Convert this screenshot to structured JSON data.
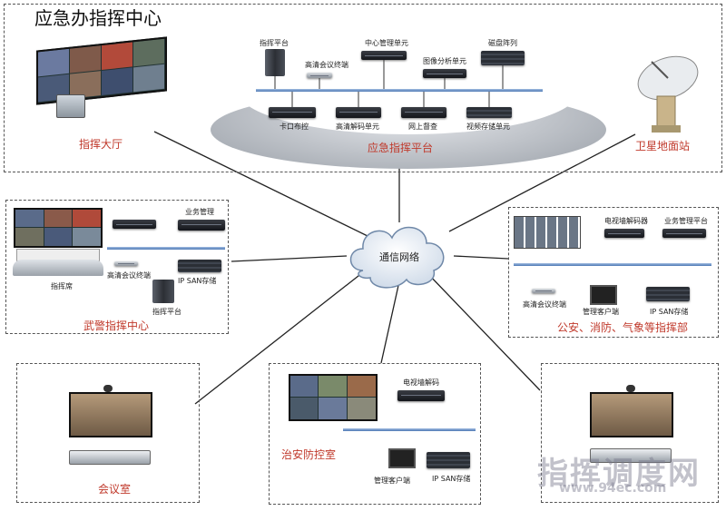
{
  "command_center": {
    "title": "应急办指挥中心",
    "hall_label": "指挥大厅",
    "platform_label": "应急指挥平台",
    "satellite_label": "卫星地面站",
    "devices": {
      "command_platform": "指挥平台",
      "center_management": "中心管理单元",
      "disk_array": "磁盘阵列",
      "hd_conference_terminal": "高清会议终端",
      "image_analysis": "图像分析单元",
      "checkpoint": "卡口布控",
      "hd_decoder": "高清解码单元",
      "online_inspection": "网上督查",
      "video_storage": "视频存储单元"
    }
  },
  "network": {
    "cloud_label": "通信网络"
  },
  "armed_police": {
    "title": "武警指挥中心",
    "business_mgmt": "业务管理",
    "hd_terminal": "高清会议终端",
    "ipsan": "IP SAN存储",
    "console": "指挥席",
    "platform": "指挥平台"
  },
  "public_security": {
    "title": "公安、消防、气象等指挥部",
    "wall_decoder": "电视墙解码器",
    "business_platform": "业务管理平台",
    "hd_terminal": "高清会议终端",
    "client": "管理客户端",
    "ipsan": "IP SAN存储"
  },
  "meeting_room": {
    "title": "会议室"
  },
  "security_room": {
    "title": "治安防控室",
    "wall_decoder": "电视墙解码",
    "client": "管理客户端",
    "ipsan": "IP SAN存储"
  },
  "watermark": {
    "main": "指挥调度网",
    "url": "www.94ec.com"
  }
}
